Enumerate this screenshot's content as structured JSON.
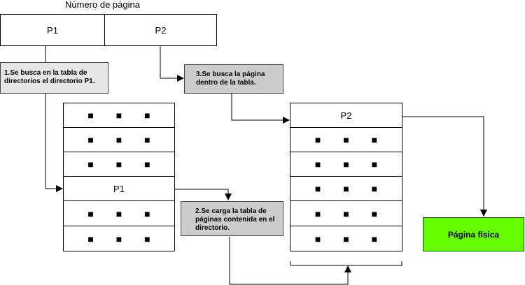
{
  "header": {
    "title": "Número de página"
  },
  "page_number": {
    "fields": [
      "P1",
      "P2"
    ]
  },
  "steps": [
    "1.Se busca en la tabla de directorios el directorio P1.",
    "2.Se carga la tabla de páginas contenida en el directorio.",
    "3.Se busca la página dentro de la tabla."
  ],
  "directory_table": {
    "rows": [
      "■ ■ ■",
      "■ ■ ■",
      "■ ■ ■",
      "P1",
      "■ ■ ■",
      "■ ■ ■"
    ]
  },
  "page_table": {
    "rows": [
      "P2",
      "■ ■ ■",
      "■ ■ ■",
      "■ ■ ■",
      "■ ■ ■",
      "■ ■ ■"
    ]
  },
  "physical_page": {
    "label": "Página física"
  }
}
